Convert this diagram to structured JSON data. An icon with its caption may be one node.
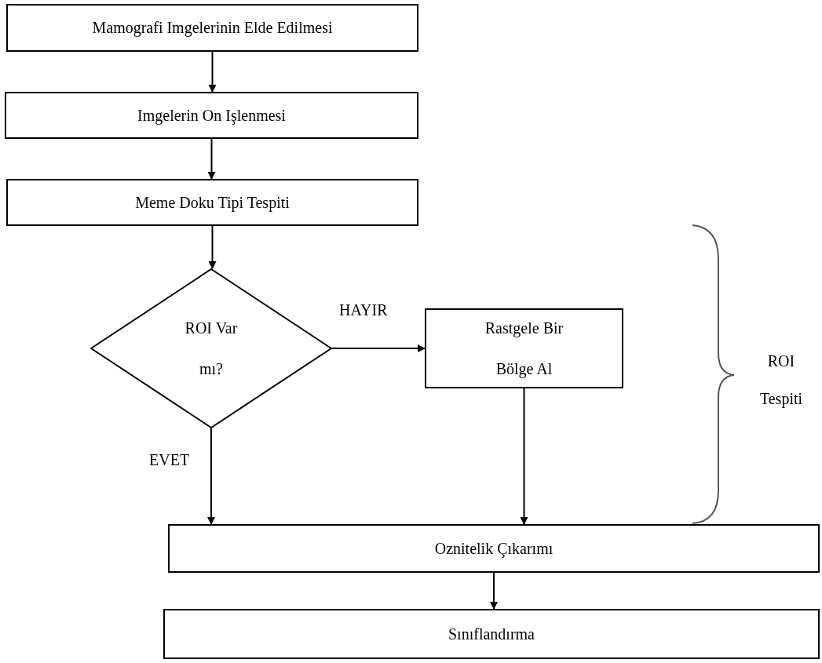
{
  "diagram": {
    "nodes": [
      {
        "text": [
          "Mamografi Imgelerinin Elde Edilmesi"
        ]
      },
      {
        "text": [
          "Imgelerin On Işlenmesi"
        ]
      },
      {
        "text": [
          "Meme Doku Tipi Tespiti"
        ]
      },
      {
        "text": [
          "ROI Var mı?"
        ]
      },
      {
        "text": [
          "Rastgele Bir Bölge Al"
        ]
      },
      {
        "text": [
          "Oznitelik Çıkarımı"
        ]
      },
      {
        "text": [
          "Sınıflandırma"
        ]
      }
    ],
    "edges": [
      {
        "from": 0,
        "to": 1,
        "arrow": "to"
      },
      {
        "from": 1,
        "to": 2,
        "arrow": "to"
      },
      {
        "from": 2,
        "to": 3,
        "arrow": "to"
      },
      {
        "from": 3,
        "to": 4,
        "arrow": "to",
        "label": "HAYIR"
      },
      {
        "from": 3,
        "to": 5,
        "arrow": "to",
        "label": "EVET"
      },
      {
        "from": 4,
        "to": 5,
        "arrow": "to"
      },
      {
        "from": 5,
        "to": 6,
        "arrow": "to"
      }
    ],
    "labels": [
      "ROI Tespiti"
    ]
  }
}
